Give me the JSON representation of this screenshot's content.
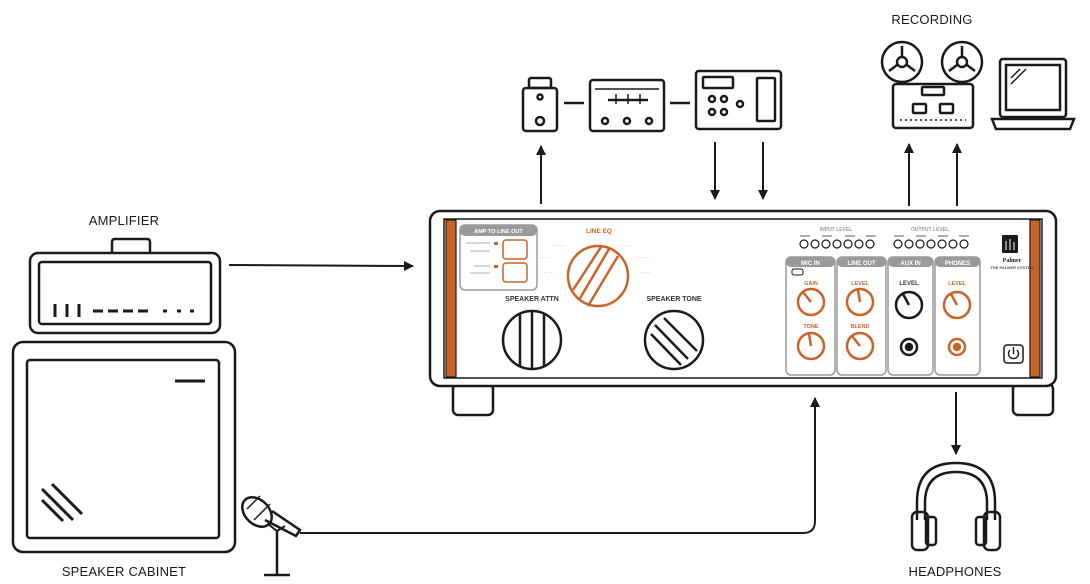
{
  "labels": {
    "recording": "RECORDING",
    "amplifier": "AMPLIFIER",
    "speaker_cabinet": "SPEAKER CABINET",
    "headphones": "HEADPHONES"
  },
  "device": {
    "amp_to_line_out": "AMP TO LINE OUT",
    "line_eq": "LINE EQ",
    "speaker_attn": "SPEAKER ATTN",
    "speaker_tone": "SPEAKER TONE",
    "input_level": "INPUT LEVEL",
    "output_level": "OUTPUT LEVEL",
    "mic_in": "MIC IN",
    "line_out": "LINE OUT",
    "aux_in": "AUX IN",
    "phones": "PHONES",
    "gain": "GAIN",
    "tone": "TONE",
    "level": "LEVEL",
    "blend": "BLEND",
    "brand": "Palmer",
    "system_name": "THE PALMER SYSTEM"
  },
  "colors": {
    "accent": "#c8642a",
    "line": "#1a1a1a",
    "panel_gray": "#9a9a9a"
  },
  "icons": [
    "pedal-icon",
    "multi-effects-pedal-icon",
    "effects-unit-icon",
    "reel-to-reel-recorder-icon",
    "laptop-icon",
    "amplifier-icon",
    "speaker-cabinet-icon",
    "microphone-icon",
    "headphones-icon",
    "power-icon"
  ]
}
